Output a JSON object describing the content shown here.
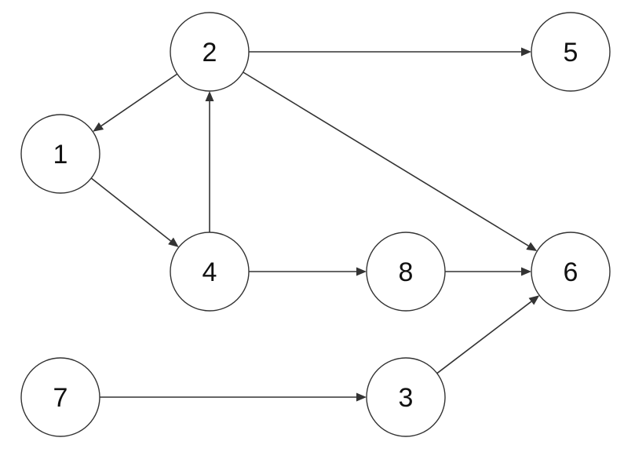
{
  "diagram": {
    "type": "directed-graph",
    "colors": {
      "stroke": "#333333",
      "node_fill": "#ffffff",
      "label": "#111111"
    },
    "nodes": [
      {
        "id": "2",
        "label": "2"
      },
      {
        "id": "5",
        "label": "5"
      },
      {
        "id": "1",
        "label": "1"
      },
      {
        "id": "4",
        "label": "4"
      },
      {
        "id": "8",
        "label": "8"
      },
      {
        "id": "6",
        "label": "6"
      },
      {
        "id": "7",
        "label": "7"
      },
      {
        "id": "3",
        "label": "3"
      }
    ],
    "edges": [
      {
        "from": "2",
        "to": "5"
      },
      {
        "from": "2",
        "to": "1"
      },
      {
        "from": "2",
        "to": "6"
      },
      {
        "from": "1",
        "to": "4"
      },
      {
        "from": "4",
        "to": "2"
      },
      {
        "from": "4",
        "to": "8"
      },
      {
        "from": "8",
        "to": "6"
      },
      {
        "from": "7",
        "to": "3"
      },
      {
        "from": "3",
        "to": "6"
      }
    ]
  }
}
